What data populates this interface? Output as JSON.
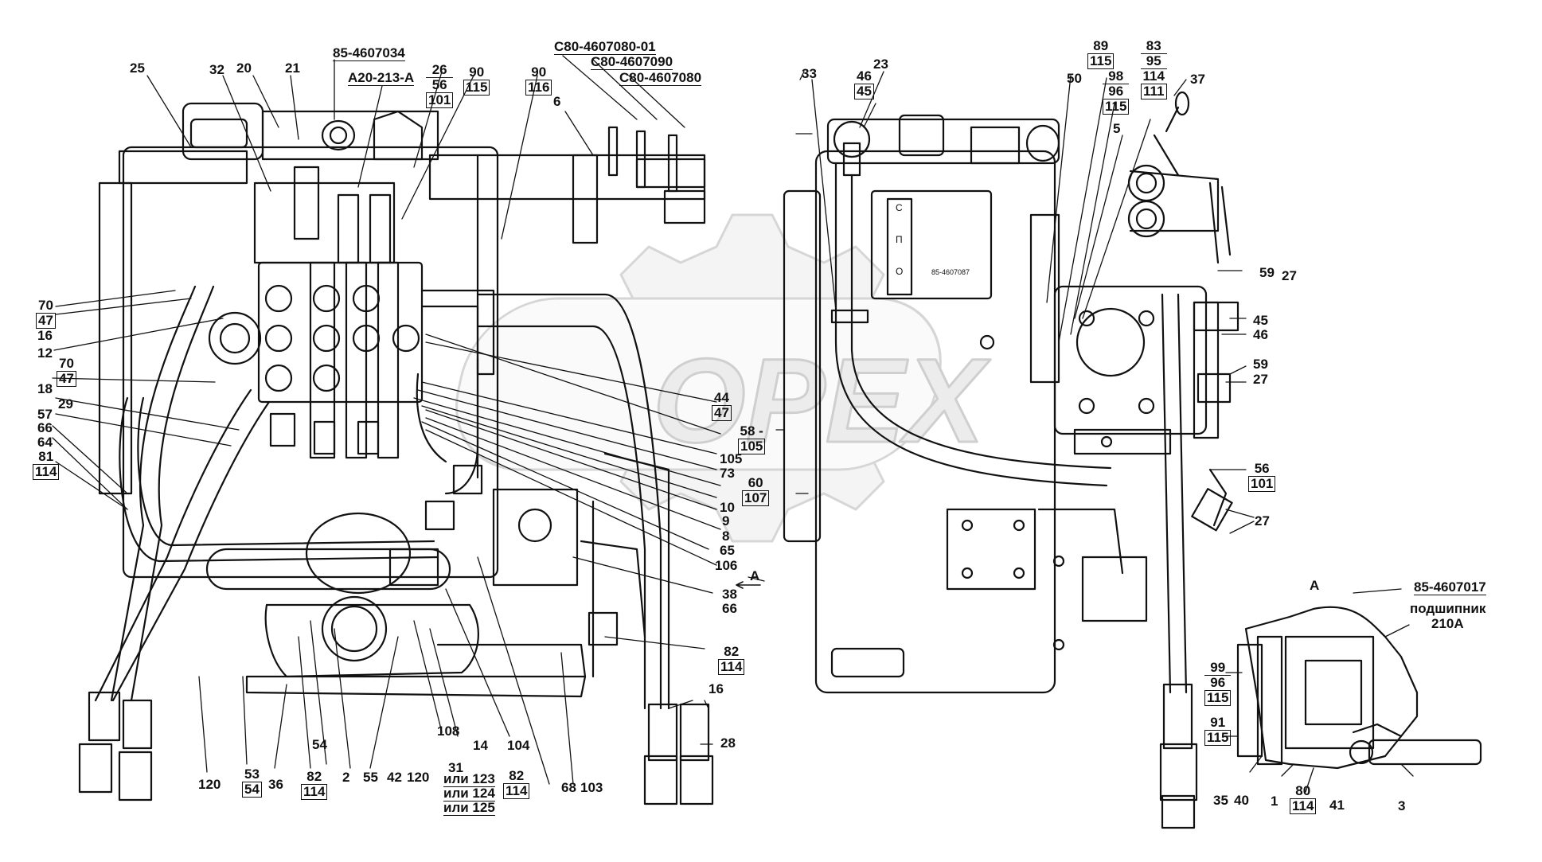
{
  "colors": {
    "line": "#111111",
    "watermark": "#dcdcdc",
    "background": "#ffffff"
  },
  "watermark": {
    "text": "OPEX"
  },
  "tag": {
    "text": "85-4607087"
  },
  "letters": [
    "С",
    "П",
    "О"
  ],
  "labels": [
    {
      "id": "l25",
      "t": "25"
    },
    {
      "id": "l32",
      "t": "32"
    },
    {
      "id": "l20",
      "t": "20"
    },
    {
      "id": "l21",
      "t": "21"
    },
    {
      "id": "l85a",
      "t": "85-4607034"
    },
    {
      "id": "lA20",
      "t": "А20-213-А"
    },
    {
      "id": "lC80a",
      "t": "С80-4607080-01"
    },
    {
      "id": "lC80b",
      "t": "С80-4607090"
    },
    {
      "id": "lC80c",
      "t": "С80-4607080"
    },
    {
      "id": "l6",
      "t": "6"
    },
    {
      "id": "l33",
      "t": "33"
    },
    {
      "id": "l23",
      "t": "23"
    },
    {
      "id": "l50",
      "t": "50"
    },
    {
      "id": "l5",
      "t": "5"
    },
    {
      "id": "l37",
      "t": "37"
    },
    {
      "id": "l16a",
      "t": "16"
    },
    {
      "id": "l12",
      "t": "12"
    },
    {
      "id": "l18",
      "t": "18"
    },
    {
      "id": "l29",
      "t": "29"
    },
    {
      "id": "l57",
      "t": "57"
    },
    {
      "id": "l66a",
      "t": "66"
    },
    {
      "id": "l64",
      "t": "64"
    },
    {
      "id": "l105",
      "t": "105"
    },
    {
      "id": "l73",
      "t": "73"
    },
    {
      "id": "l9",
      "t": "9"
    },
    {
      "id": "l10",
      "t": "10"
    },
    {
      "id": "l8",
      "t": "8"
    },
    {
      "id": "l65",
      "t": "65"
    },
    {
      "id": "l106",
      "t": "106"
    },
    {
      "id": "lA1",
      "t": "А"
    },
    {
      "id": "l38",
      "t": "38"
    },
    {
      "id": "l66b",
      "t": "66"
    },
    {
      "id": "l59a",
      "t": "59"
    },
    {
      "id": "l27a",
      "t": "27"
    },
    {
      "id": "l45",
      "t": "45"
    },
    {
      "id": "l46b",
      "t": "46"
    },
    {
      "id": "l59b",
      "t": "59"
    },
    {
      "id": "l27b",
      "t": "27"
    },
    {
      "id": "l27c",
      "t": "27"
    },
    {
      "id": "lA2",
      "t": "А"
    },
    {
      "id": "l85b",
      "t": "85-4607017"
    },
    {
      "id": "lpod",
      "t": "подшипник"
    },
    {
      "id": "l210",
      "t": "210А"
    },
    {
      "id": "l16b",
      "t": "16"
    },
    {
      "id": "l28",
      "t": "28"
    },
    {
      "id": "l120a",
      "t": "120"
    },
    {
      "id": "l36",
      "t": "36"
    },
    {
      "id": "l2",
      "t": "2"
    },
    {
      "id": "l55",
      "t": "55"
    },
    {
      "id": "l42",
      "t": "42"
    },
    {
      "id": "l120b",
      "t": "120"
    },
    {
      "id": "l54",
      "t": "54"
    },
    {
      "id": "l108",
      "t": "108"
    },
    {
      "id": "l14",
      "t": "14"
    },
    {
      "id": "l104",
      "t": "104"
    },
    {
      "id": "l68",
      "t": "68"
    },
    {
      "id": "l103",
      "t": "103"
    },
    {
      "id": "l31",
      "t": "31"
    },
    {
      "id": "lili123",
      "t": "или 123"
    },
    {
      "id": "lili124",
      "t": "или 124"
    },
    {
      "id": "lili125",
      "t": "или 125"
    },
    {
      "id": "l35",
      "t": "35"
    },
    {
      "id": "l40",
      "t": "40"
    },
    {
      "id": "l1",
      "t": "1"
    },
    {
      "id": "l41",
      "t": "41"
    },
    {
      "id": "l3",
      "t": "3"
    }
  ],
  "fractions": [
    {
      "id": "f26",
      "parts": [
        "26",
        "56",
        "101"
      ]
    },
    {
      "id": "f90a",
      "parts": [
        "90",
        "115"
      ]
    },
    {
      "id": "f90b",
      "parts": [
        "90",
        "116"
      ]
    },
    {
      "id": "f46",
      "parts": [
        "46",
        "45"
      ]
    },
    {
      "id": "f89",
      "parts": [
        "89",
        "115"
      ]
    },
    {
      "id": "f98",
      "parts": [
        "98",
        "96",
        "115"
      ]
    },
    {
      "id": "f83",
      "parts": [
        "83",
        "95",
        "114",
        "111"
      ]
    },
    {
      "id": "f70a",
      "parts": [
        "70",
        "47"
      ]
    },
    {
      "id": "f70b",
      "parts": [
        "70",
        "47"
      ]
    },
    {
      "id": "f81",
      "parts": [
        "81",
        "114"
      ]
    },
    {
      "id": "f44",
      "parts": [
        "44",
        "47"
      ]
    },
    {
      "id": "f58",
      "parts": [
        "58 -",
        "105"
      ]
    },
    {
      "id": "f60",
      "parts": [
        "60",
        "107"
      ]
    },
    {
      "id": "f56",
      "parts": [
        "56",
        "101"
      ]
    },
    {
      "id": "f82a",
      "parts": [
        "82",
        "114"
      ]
    },
    {
      "id": "f53",
      "parts": [
        "53",
        "54"
      ]
    },
    {
      "id": "f82b",
      "parts": [
        "82",
        "114"
      ]
    },
    {
      "id": "f82c",
      "parts": [
        "82",
        "114"
      ]
    },
    {
      "id": "f99",
      "parts": [
        "99",
        "96",
        "115"
      ]
    },
    {
      "id": "f91",
      "parts": [
        "91",
        "115"
      ]
    },
    {
      "id": "f80",
      "parts": [
        "80",
        "114"
      ]
    }
  ]
}
